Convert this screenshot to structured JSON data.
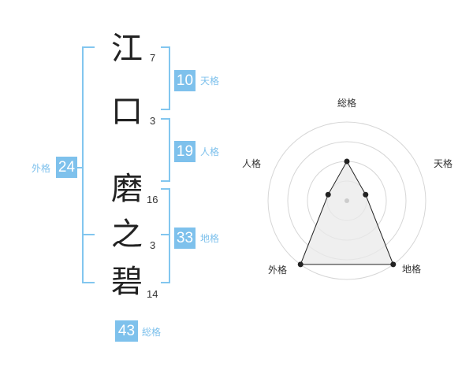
{
  "name": {
    "characters": [
      {
        "char": "江",
        "strokes": "7"
      },
      {
        "char": "口",
        "strokes": "3"
      },
      {
        "char": "磨",
        "strokes": "16"
      },
      {
        "char": "之",
        "strokes": "3"
      },
      {
        "char": "碧",
        "strokes": "14"
      }
    ]
  },
  "fortune": {
    "tenkaku": {
      "value": "10",
      "label": "天格"
    },
    "jinkaku": {
      "value": "19",
      "label": "人格"
    },
    "chikaku": {
      "value": "33",
      "label": "地格"
    },
    "gaikaku": {
      "value": "24",
      "label": "外格"
    },
    "soukaku": {
      "value": "43",
      "label": "総格"
    }
  },
  "colors": {
    "accent": "#7ec1ec",
    "bracket": "#82c6ef",
    "text": "#222222"
  },
  "radar": {
    "labels": {
      "top": "総格",
      "upper_right": "天格",
      "lower_right": "地格",
      "lower_left": "外格",
      "upper_left": "人格"
    },
    "rings": 4,
    "max": 4,
    "scores": {
      "soukaku": 2,
      "tenkaku": 1,
      "chikaku": 4,
      "gaikaku": 4,
      "jinkaku": 1
    }
  }
}
